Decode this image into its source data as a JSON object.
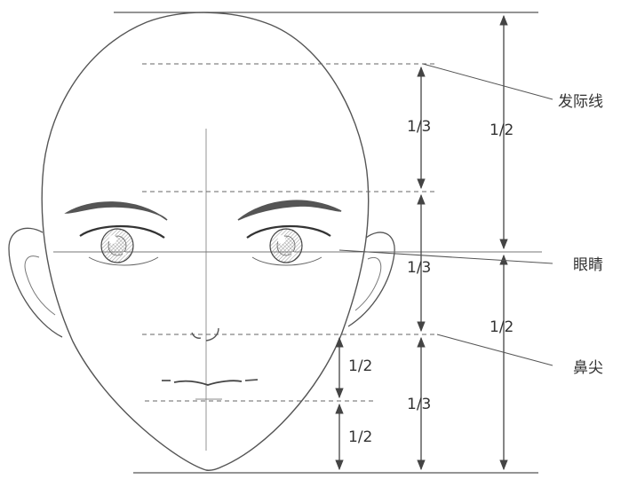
{
  "diagram": {
    "labels": {
      "hairline": "发际线",
      "eyes": "眼睛",
      "nose_tip": "鼻尖"
    },
    "proportions": {
      "upper_third": "1/3",
      "middle_third": "1/3",
      "lower_third": "1/3",
      "upper_half": "1/2",
      "lower_half": "1/2",
      "nose_to_mouth": "1/2",
      "mouth_to_chin": "1/2"
    }
  }
}
